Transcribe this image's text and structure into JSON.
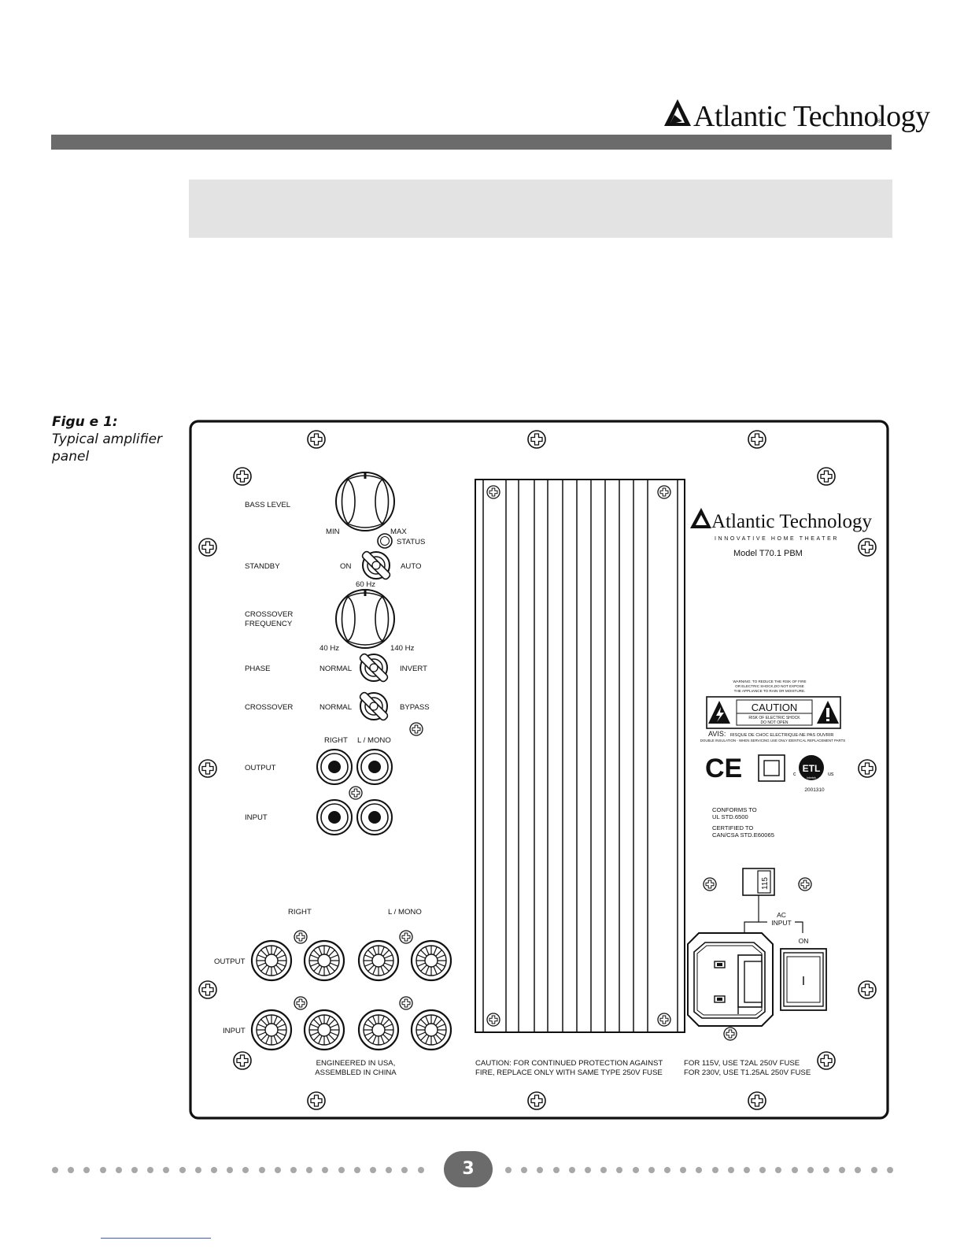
{
  "brand": {
    "logo_text": "Atlantic Technology",
    "registered": "®"
  },
  "figure": {
    "label": "Figu e 1:",
    "caption": "Typical amplifier panel"
  },
  "panel": {
    "bass_level": "BASS LEVEL",
    "min": "MIN",
    "max": "MAX",
    "status": "STATUS",
    "standby": "STANDBY",
    "on": "ON",
    "auto": "AUTO",
    "hz60": "60 Hz",
    "crossover_frequency_1": "CROSSOVER",
    "crossover_frequency_2": "FREQUENCY",
    "hz40": "40 Hz",
    "hz140": "140 Hz",
    "phase": "PHASE",
    "normal": "NORMAL",
    "invert": "INVERT",
    "crossover": "CROSSOVER",
    "bypass": "BYPASS",
    "right": "RIGHT",
    "l_mono": "L / MONO",
    "output": "OUTPUT",
    "input": "INPUT",
    "speaker_right": "RIGHT",
    "speaker_lmono": "L / MONO",
    "speaker_output": "OUTPUT",
    "speaker_input": "INPUT",
    "engineered_1": "ENGINEERED IN USA,",
    "engineered_2": "ASSEMBLED IN CHINA",
    "inner_logo": "Atlantic Technology",
    "inner_tagline": "INNOVATIVE HOME THEATER",
    "model": "Model  T70.1  PBM",
    "warning_1": "WARNING: TO REDUCE THE RISK OF FIRE",
    "warning_2": "OR ELECTRIC SHOCK,DO NOT EXPOSE",
    "warning_3": "THE APPLIANCE TO RAIN OR MOISTURE.",
    "caution": "CAUTION",
    "caution_sub1": "RISK OF ELECTRIC SHOCK",
    "caution_sub2": "DO NOT OPEN",
    "avis": "AVIS:",
    "avis_text": "RISQUE DE CHOC ELECTRIQUE-NE PAS OUVRIR",
    "double_insulation": "DOUBLE INSULATION - WHEN SERVICING USE ONLY IDENTICAL REPLACEMENT PARTS",
    "ce_mark": "CE",
    "etl_c": "c",
    "etl_us": "us",
    "etl_label": "ETL",
    "etl_intertek": "Intertek",
    "etl_number": "2001310",
    "conforms_1": "CONFORMS TO",
    "conforms_2": "UL STD.6500",
    "certified_1": "CERTIFIED TO",
    "certified_2": "CAN/CSA STD.E60065",
    "voltage": "115",
    "ac_input_1": "AC",
    "ac_input_2": "INPUT",
    "power_on": "ON",
    "power_mark": "I",
    "caution_fuse_1": "CAUTION: FOR CONTINUED PROTECTION AGAINST",
    "caution_fuse_2": "FIRE, REPLACE ONLY WITH SAME TYPE 250V FUSE",
    "fuse_1": "FOR 115V, USE T2AL 250V FUSE",
    "fuse_2": "FOR 230V, USE T1.25AL 250V FUSE"
  },
  "page_number": "3"
}
